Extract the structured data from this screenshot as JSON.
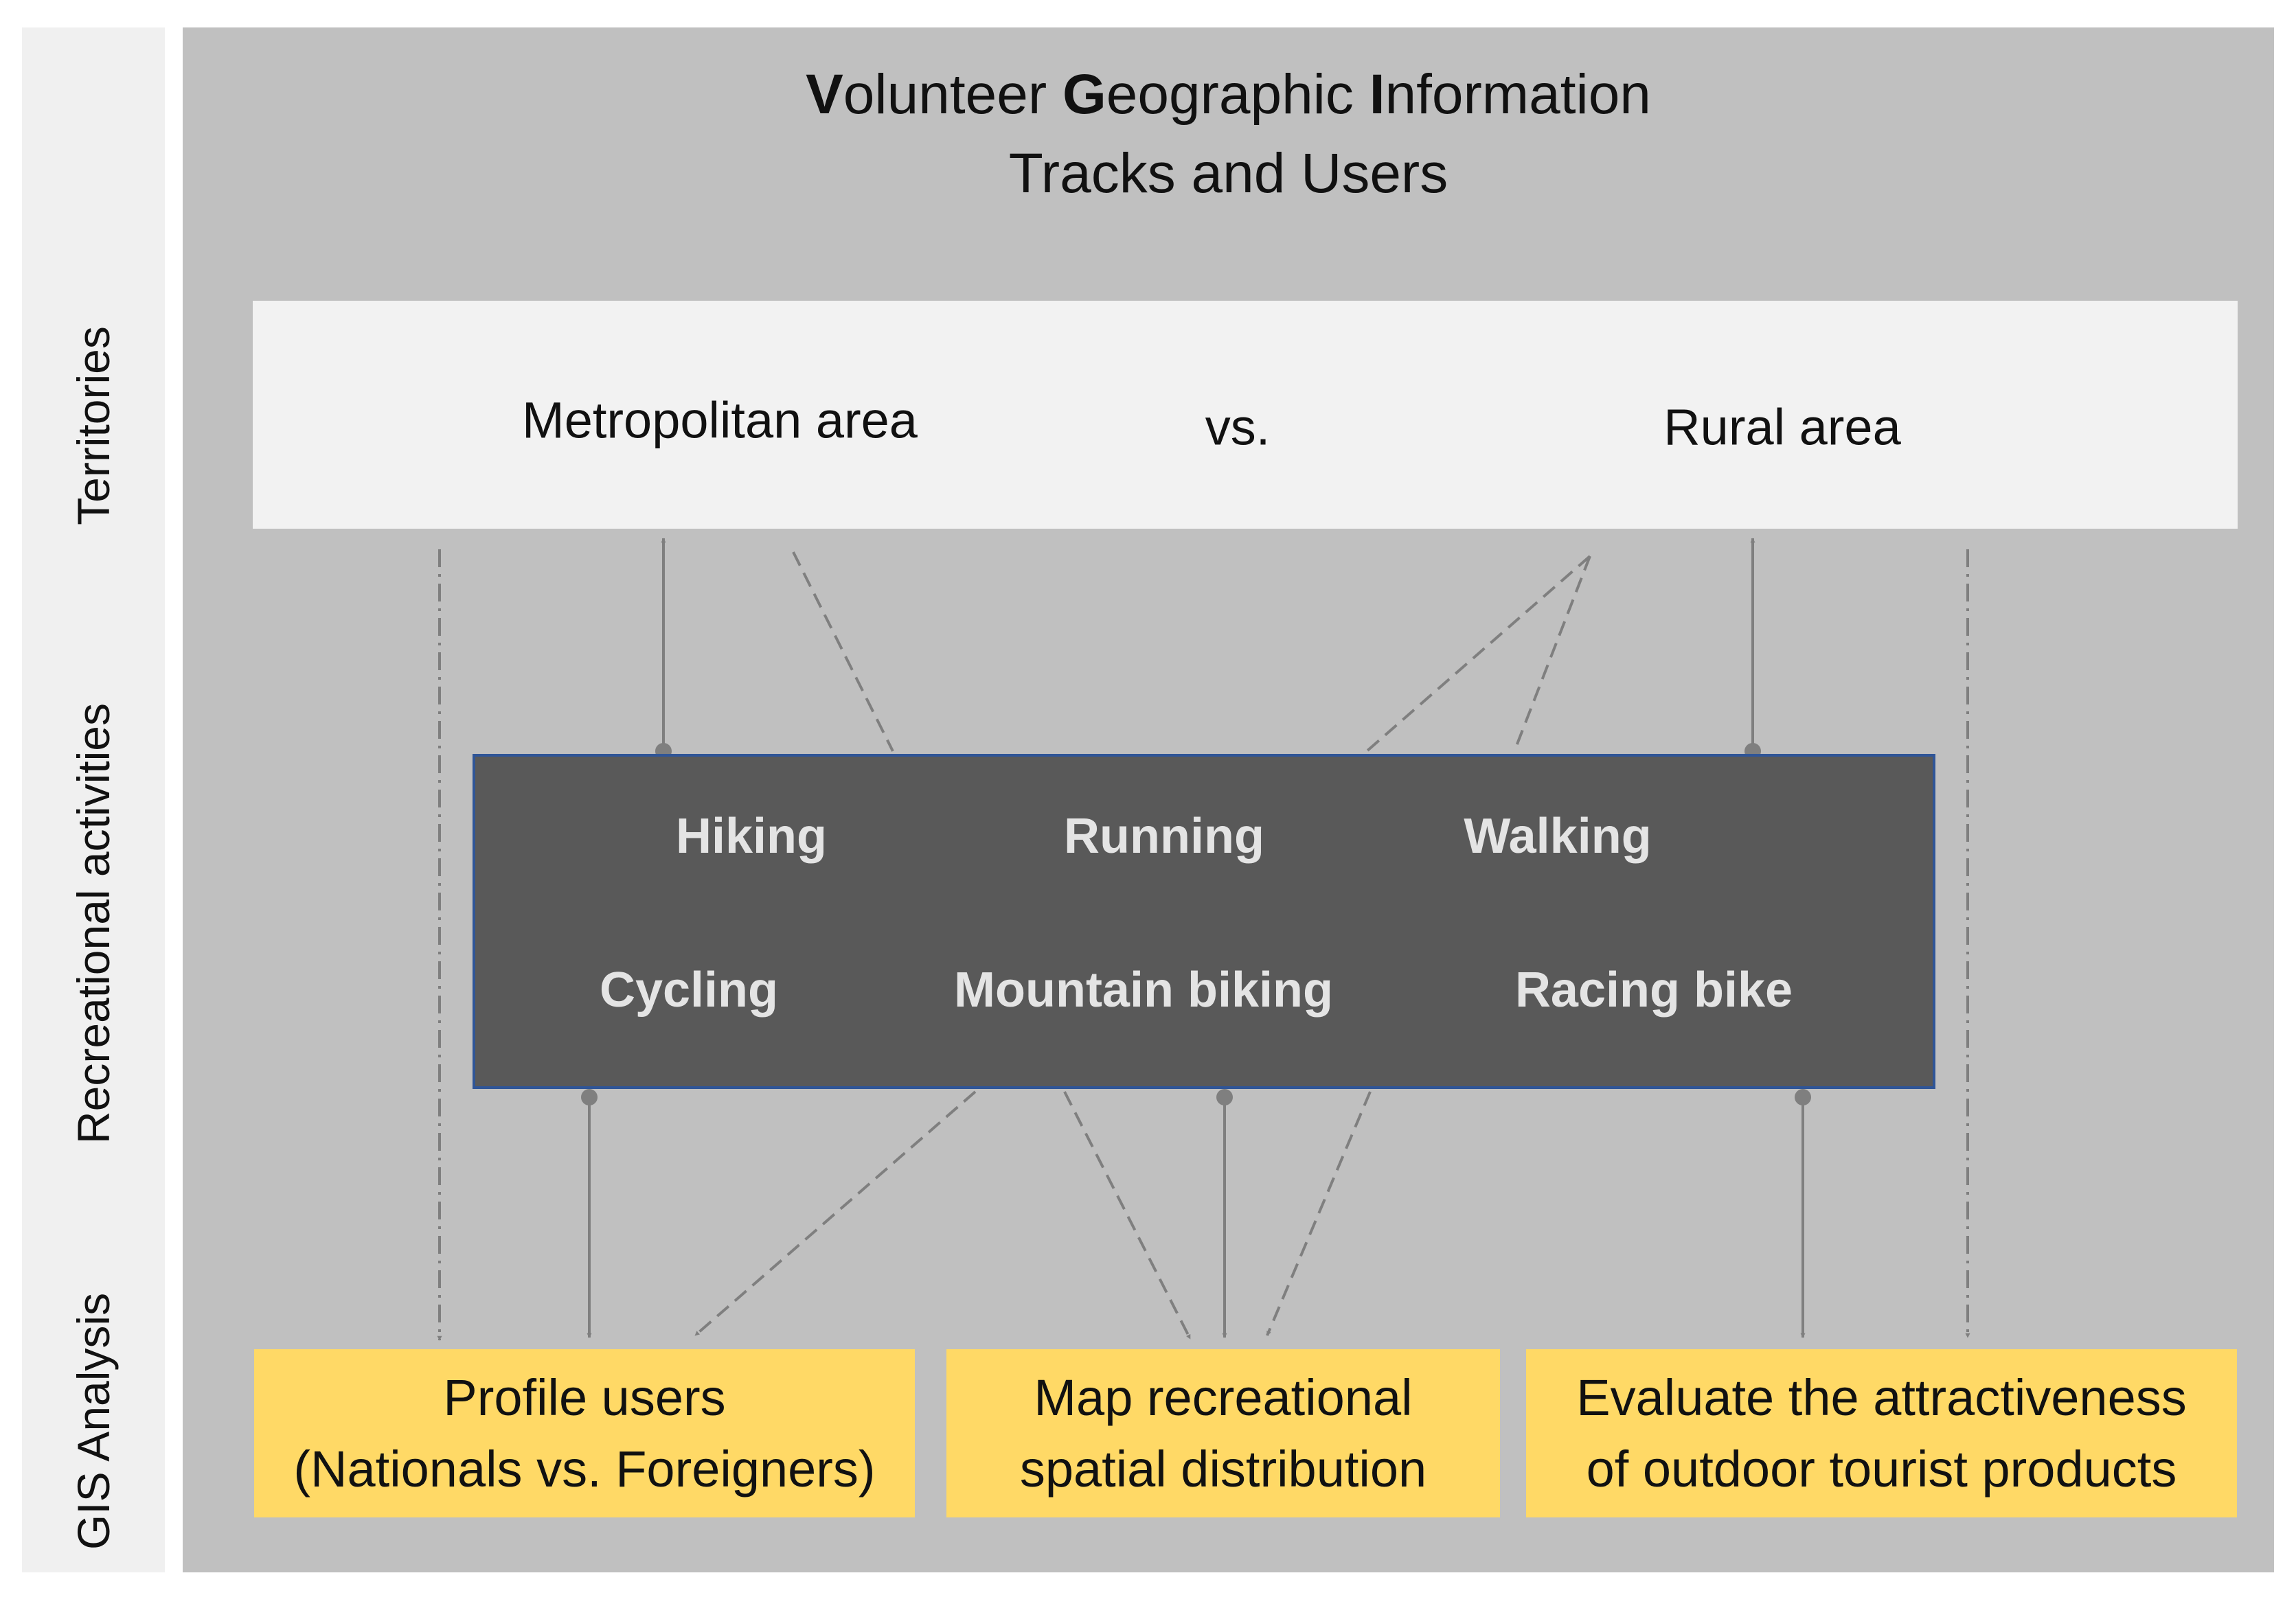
{
  "side_labels": {
    "territories": "Territories",
    "recreational": "Recreational activities",
    "gis": "GIS Analysis"
  },
  "title": {
    "line1": [
      {
        "bold": "V",
        "rest": "olunteer"
      },
      {
        "bold": "G",
        "rest": "eographic"
      },
      {
        "bold": "I",
        "rest": "nformation"
      }
    ],
    "line2": "Tracks and Users"
  },
  "territories": {
    "metropolitan": "Metropolitan area",
    "versus": "vs.",
    "rural": "Rural area"
  },
  "activities": [
    "Hiking",
    "Running",
    "Walking",
    "Cycling",
    "Mountain biking",
    "Racing bike"
  ],
  "gis_boxes": [
    {
      "line1": "Profile users",
      "line2": "(Nationals vs. Foreigners)"
    },
    {
      "line1": "Map recreational",
      "line2": "spatial distribution"
    },
    {
      "line1": "Evaluate the attractiveness",
      "line2": "of outdoor tourist products"
    }
  ],
  "colors": {
    "panel": "#c0c0c0",
    "territories_box": "#f2f2f2",
    "activities_box": "#595959",
    "activities_border": "#2f5597",
    "gis_box": "#ffd966",
    "connector": "#7f7f7f"
  }
}
